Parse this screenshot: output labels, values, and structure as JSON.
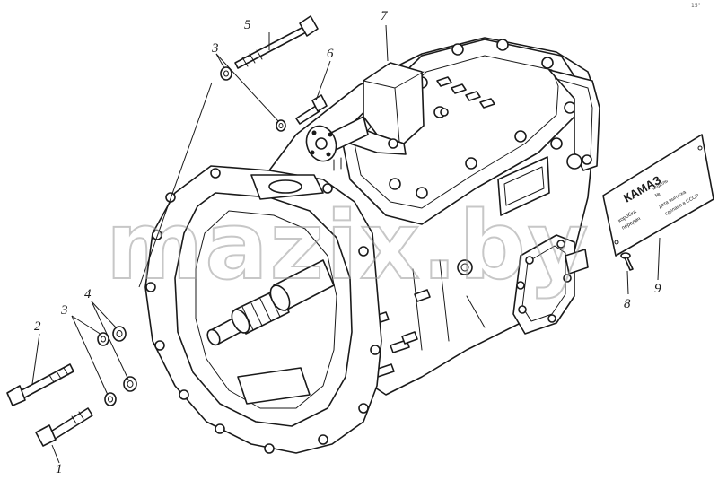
{
  "callouts": {
    "c1": "1",
    "c2": "2",
    "c3a": "3",
    "c3b": "3",
    "c4": "4",
    "c5": "5",
    "c6": "6",
    "c7": "7",
    "c8": "8",
    "c9": "9"
  },
  "plate": {
    "brand": "КАМАЗ",
    "line1": "коробка",
    "line2": "передач",
    "line3": "модель",
    "line4": "№",
    "line5": "дата выпуска",
    "line6": "сделано в СССР"
  },
  "watermark": "mazix.by",
  "corner_mark": "15°"
}
